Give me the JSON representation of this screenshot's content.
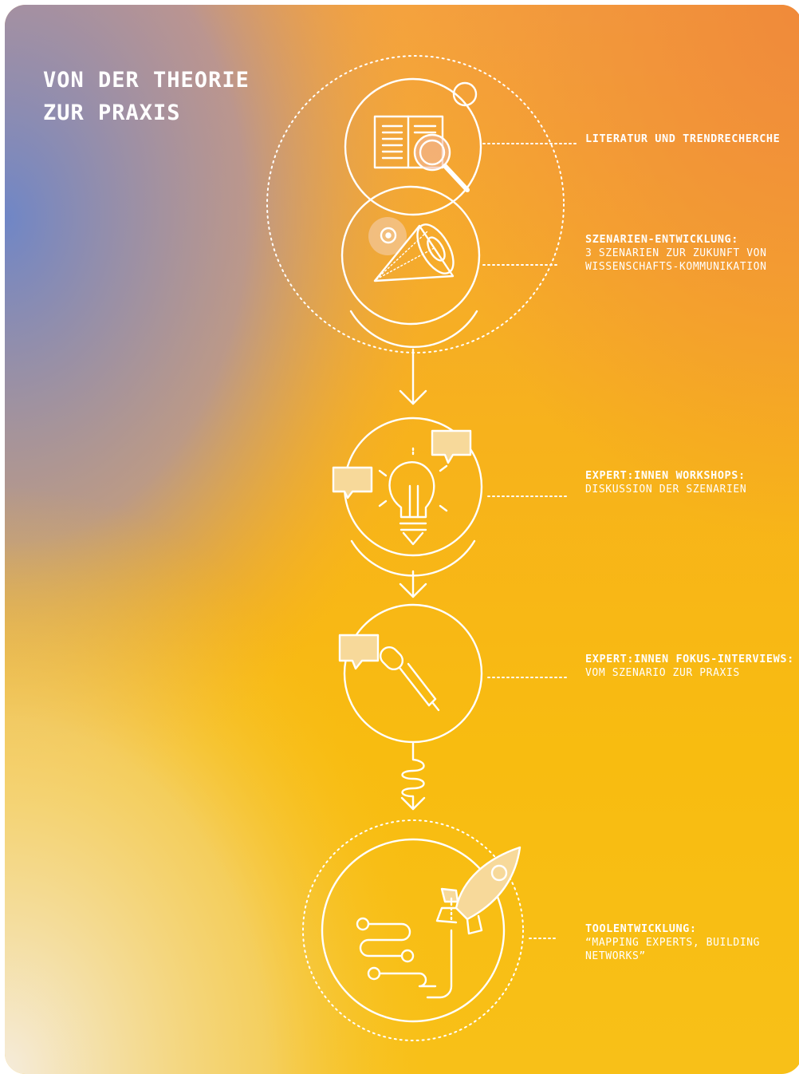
{
  "title": "VON DER THEORIE ZUR PRAXIS",
  "colors": {
    "bg_top_left": "#6f86c6",
    "bg_top_right": "#f08a3a",
    "bg_main": "#f7b817",
    "bg_bottom_left": "#f5ecdc",
    "line": "#ffffff",
    "icon_fill": "#f7d99a"
  },
  "steps": [
    {
      "heading": "LITERATUR UND TRENDRECHERCHE",
      "description": "",
      "icon": "book-magnifier-icon"
    },
    {
      "heading": "SZENARIEN-ENTWICKLUNG:",
      "description": "3 SZENARIEN ZUR ZUKUNFT VON WISSENSCHAFTS-KOMMUNIKATION",
      "icon": "projector-cone-icon"
    },
    {
      "heading": "EXPERT:INNEN WORKSHOPS:",
      "description": "DISKUSSION DER SZENARIEN",
      "icon": "lightbulb-icon"
    },
    {
      "heading": "EXPERT:INNEN FOKUS-INTERVIEWS:",
      "description": "VOM SZENARIO ZUR PRAXIS",
      "icon": "microphone-icon"
    },
    {
      "heading": "TOOLENTWICKLUNG:",
      "description": "“MAPPING EXPERTS, BUILDING NETWORKS”",
      "icon": "rocket-network-icon"
    }
  ]
}
